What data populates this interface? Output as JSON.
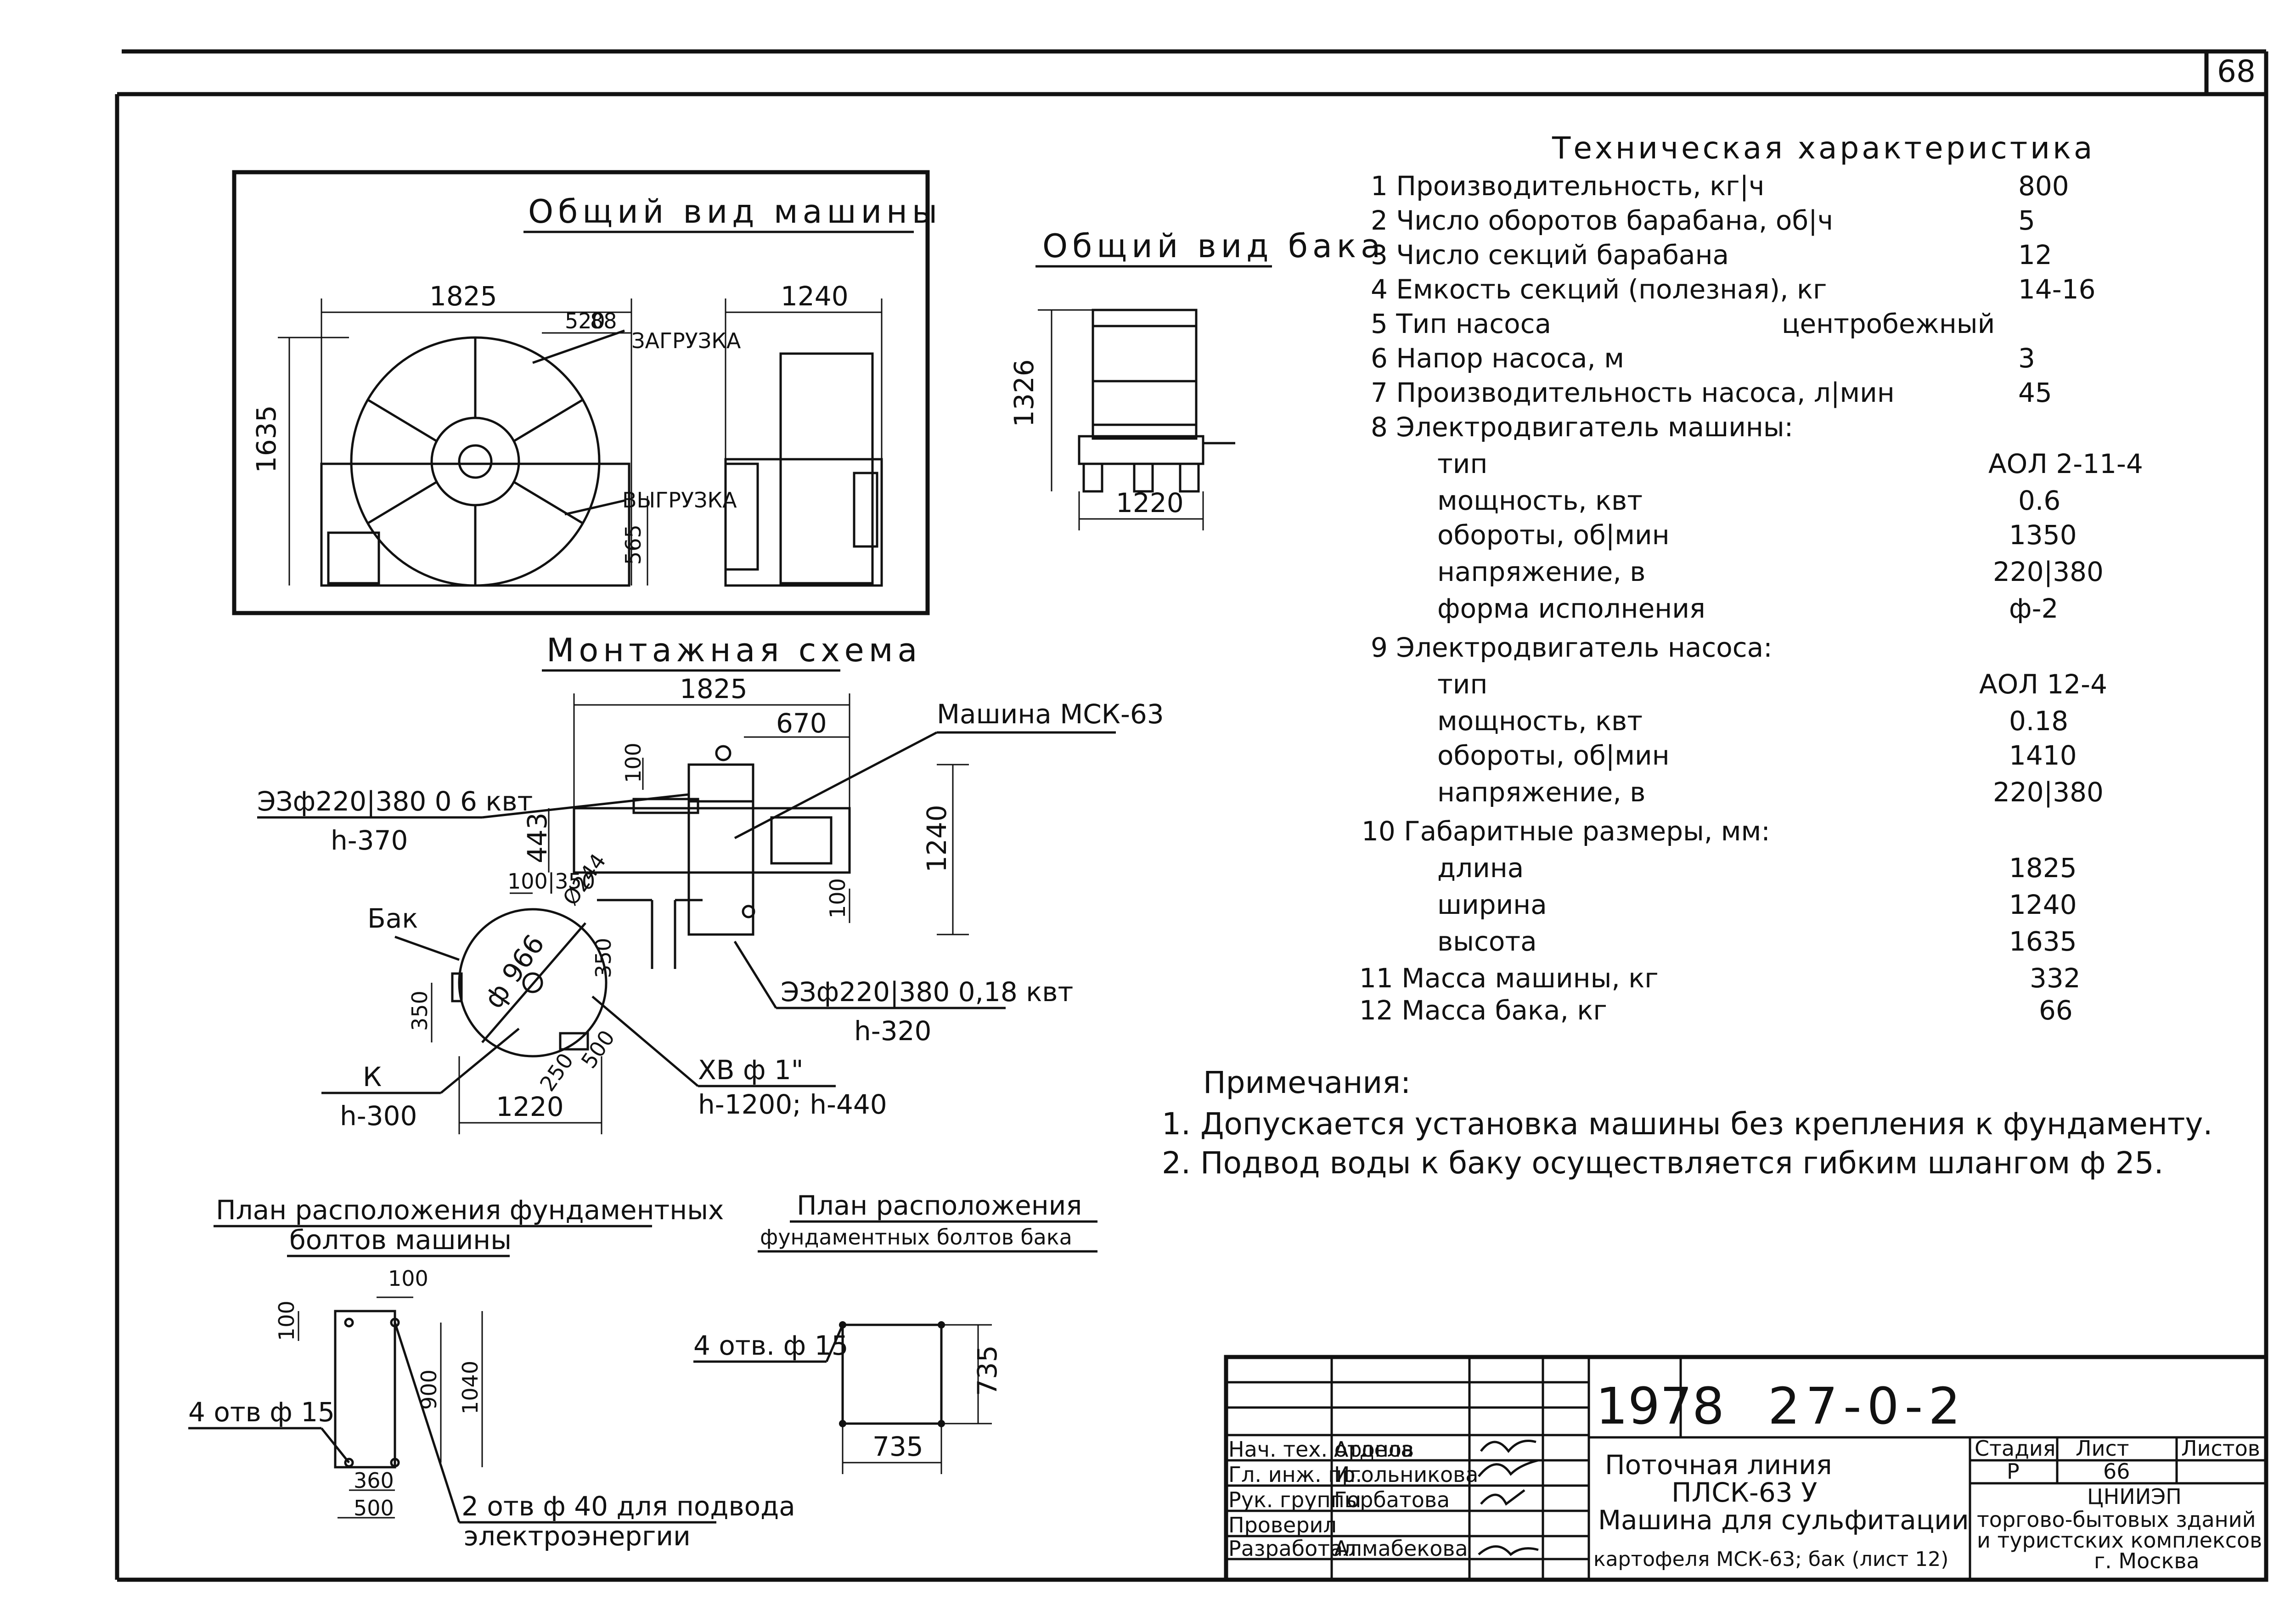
{
  "page_number": "68",
  "views": {
    "general_machine": {
      "title": "Общий вид машины",
      "dim_length": "1825",
      "dim_height": "1635",
      "dim_520": "520",
      "dim_88": "88",
      "dim_565": "565",
      "label_load": "ЗАГРУЗКА",
      "label_unload": "ВЫГРУЗКА",
      "dim_width": "1240"
    },
    "general_tank": {
      "title": "Общий вид бака",
      "dim_height": "1326",
      "dim_width": "1220"
    },
    "mounting": {
      "title": "Монтажная схема",
      "dim_1825": "1825",
      "dim_670": "670",
      "dim_100": "100",
      "dim_443": "443",
      "dim_1240": "1240",
      "dim_100_350": "100|350",
      "dim_1220": "1220",
      "dim_350a": "350",
      "dim_350b": "350",
      "dim_500": "500",
      "dim_250": "250",
      "dim_100b": "100",
      "dim_diag": "Ø244",
      "label_machine": "Машина МСК-63",
      "label_tank": "Бак",
      "tank_diameter": "ф 966",
      "motor1": "ЭЗф220|380 0 6 квт",
      "motor1_h": "h-370",
      "motor2": "ЭЗф220|380 0,18 квт",
      "motor2_h": "h-320",
      "water": "ХВ ф 1\"",
      "water_h": "h-1200; h-440",
      "k_label": "К",
      "k_h": "h-300"
    },
    "machine_bolts": {
      "title_line1": "План расположения фундаментных",
      "title_line2": "болтов машины",
      "dim_100": "100",
      "dim_100v": "100",
      "dim_900": "900",
      "dim_1040": "1040",
      "dim_360": "360",
      "dim_500": "500",
      "holes": "4 отв ф 15",
      "holes2": "2 отв ф 40 для подвода",
      "holes2_line2": "электроэнергии"
    },
    "tank_bolts": {
      "title_line1": "План расположения",
      "title_line2": "фундаментных болтов бака",
      "holes": "4 отв. ф 15",
      "dim_w": "735",
      "dim_h": "735"
    }
  },
  "specs": {
    "title": "Техническая характеристика",
    "rows": [
      {
        "label": "1 Производительность, кг|ч",
        "value": "800"
      },
      {
        "label": "2 Число оборотов барабана, об|ч",
        "value": "5"
      },
      {
        "label": "3 Число секций барабана",
        "value": "12"
      },
      {
        "label": "4 Емкость секций (полезная), кг",
        "value": "14-16"
      },
      {
        "label": "5 Тип насоса",
        "value": "центробежный"
      },
      {
        "label": "6 Напор насоса, м",
        "value": "3"
      },
      {
        "label": "7 Производительность насоса, л|мин",
        "value": "45"
      },
      {
        "label": "8 Электродвигатель машины:",
        "value": ""
      },
      {
        "label": "тип",
        "value": "АОЛ 2-11-4"
      },
      {
        "label": "мощность, квт",
        "value": "0.6"
      },
      {
        "label": "обороты, об|мин",
        "value": "1350"
      },
      {
        "label": "напряжение, в",
        "value": "220|380"
      },
      {
        "label": "форма исполнения",
        "value": "ф-2"
      },
      {
        "label": "9 Электродвигатель насоса:",
        "value": ""
      },
      {
        "label": "тип",
        "value": "АОЛ 12-4"
      },
      {
        "label": "мощность, квт",
        "value": "0.18"
      },
      {
        "label": "обороты, об|мин",
        "value": "1410"
      },
      {
        "label": "напряжение, в",
        "value": "220|380"
      },
      {
        "label": "10 Габаритные размеры, мм:",
        "value": ""
      },
      {
        "label": "длина",
        "value": "1825"
      },
      {
        "label": "ширина",
        "value": "1240"
      },
      {
        "label": "высота",
        "value": "1635"
      },
      {
        "label": "11 Масса машины, кг",
        "value": "332"
      },
      {
        "label": "12 Масса бака, кг",
        "value": "66"
      }
    ]
  },
  "notes": {
    "title": "Примечания:",
    "items": [
      "1. Допускается установка машины без крепления к фундаменту.",
      "2. Подвод воды к баку осуществляется гибким шлангом ф 25."
    ]
  },
  "title_block": {
    "year": "1978",
    "code": "27-0-2",
    "title_line1": "Поточная линия",
    "title_line2": "ПЛСК-63 У",
    "title_line3": "Машина для сульфитации",
    "title_line4": "картофеля МСК-63; бак (лист 12)",
    "stage_h": "Стадия",
    "sheet_h": "Лист",
    "sheets_h": "Листов",
    "stage": "Р",
    "sheet": "66",
    "org_line1": "ЦНИИЭП",
    "org_line2": "торгово-бытовых зданий",
    "org_line3": "и туристских комплексов",
    "org_line4": "г. Москва",
    "people": [
      {
        "role": "Нач. тех. отдела",
        "name": "Аронов"
      },
      {
        "role": "Гл. инж. пр.",
        "name": "Игольникова"
      },
      {
        "role": "Рук. группы",
        "name": "Горбатова"
      },
      {
        "role": "Проверил",
        "name": ""
      },
      {
        "role": "Разработал",
        "name": "Алмабекова"
      }
    ]
  }
}
